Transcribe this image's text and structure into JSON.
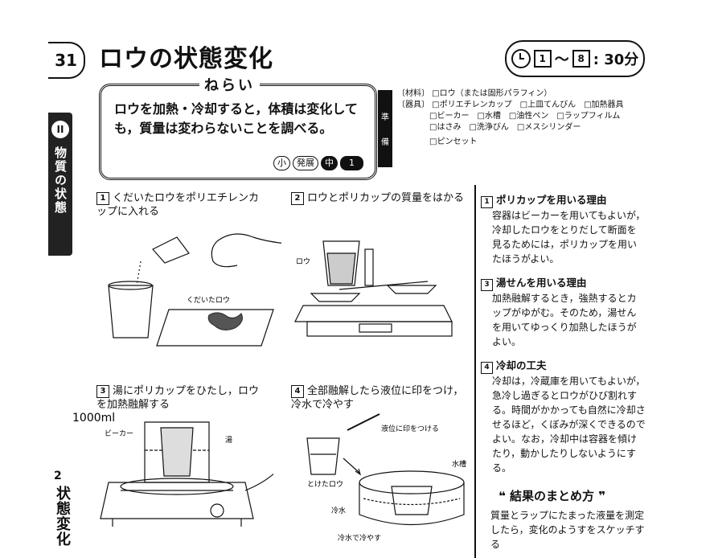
{
  "header": {
    "page_number": "31",
    "title": "ロウの状態変化",
    "time": {
      "from": "1",
      "tilde": "〜",
      "to": "8",
      "suffix": ": 30分"
    }
  },
  "aim": {
    "label": "ねらい",
    "text": "ロウを加熱・冷却すると，体積は変化しても，質量は変わらないことを調べる。",
    "badges": [
      "小",
      "発展",
      "中",
      "1"
    ]
  },
  "preparation": {
    "label_top": "準",
    "label_bottom": "備",
    "lines": [
      "〔材料〕 □ロウ（または固形パラフィン）",
      "〔器具〕 □ポリエチレンカップ　□上皿てんびん　□加熱器具",
      "　　　　□ビーカー　□水槽　□油性ペン　□ラップフィルム",
      "　　　　□はさみ　□洗浄びん　□メスシリンダー",
      "　　　　□ピンセット"
    ]
  },
  "chapter": {
    "num": "II",
    "title": "物質の状態"
  },
  "side": {
    "num": "2",
    "title": "状態変化"
  },
  "steps": [
    {
      "n": "1",
      "text": "くだいたロウをポリエチレンカップに入れる"
    },
    {
      "n": "2",
      "text": "ロウとポリカップの質量をはかる"
    },
    {
      "n": "3",
      "text": "湯にポリカップをひたし，ロウを加熱融解する"
    },
    {
      "n": "4",
      "text": "全部融解したら液位に印をつけ，冷水で冷やす"
    }
  ],
  "figure_labels": {
    "crushed_wax": "くだいたロウ",
    "wax": "ロウ",
    "beaker": "ビーカー",
    "hot_water": "湯",
    "mark_level": "液位に印をつける",
    "melted_wax": "とけたロウ",
    "water_tank": "水槽",
    "cold_water": "冷水",
    "cool_with_cold_water": "冷水で冷やす"
  },
  "annotation": "1000ml",
  "notes": [
    {
      "n": "1",
      "title": "ポリカップを用いる理由",
      "body": "容器はビーカーを用いてもよいが，冷却したロウをとりだして断面を見るためには，ポリカップを用いたほうがよい。"
    },
    {
      "n": "3",
      "title": "湯せんを用いる理由",
      "body": "加熱融解するとき，強熱するとカップがゆがむ。そのため，湯せんを用いてゆっくり加熱したほうがよい。"
    },
    {
      "n": "4",
      "title": "冷却の工夫",
      "body": "冷却は，冷蔵庫を用いてもよいが，急冷し過ぎるとロウがひび割れする。時間がかかっても自然に冷却させるほど，くぼみが深くできるのでよい。なお，冷却中は容器を傾けたり，動かしたりしないようにする。"
    }
  ],
  "summary": {
    "title": "結果のまとめ方",
    "body": "質量とラップにたまった液量を測定したら，変化のようすをスケッチする"
  }
}
